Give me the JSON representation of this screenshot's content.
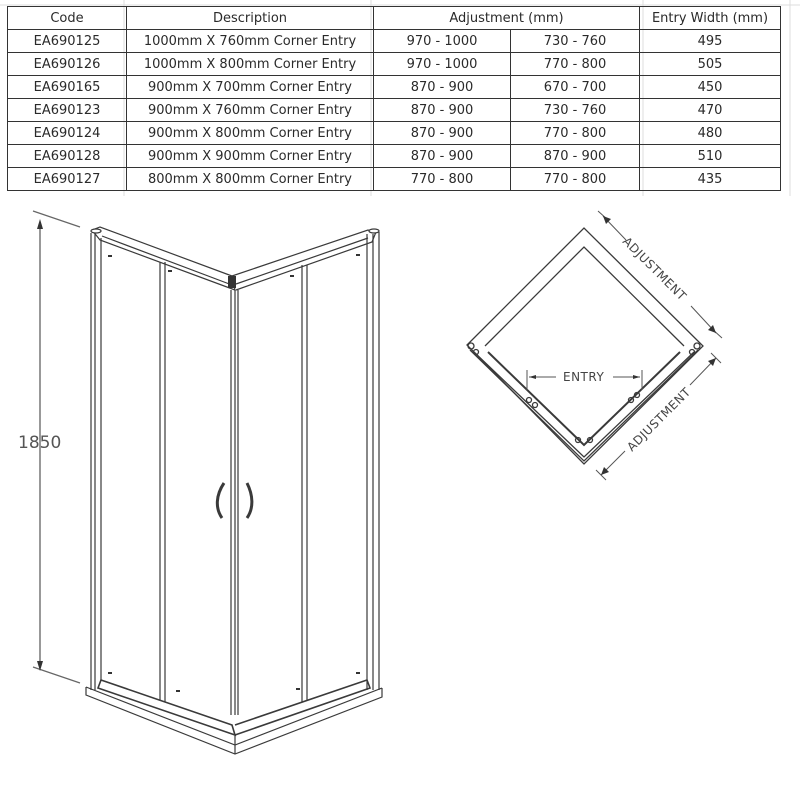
{
  "table": {
    "headers": {
      "code": "Code",
      "description": "Description",
      "adjustment": "Adjustment (mm)",
      "entry_width": "Entry Width (mm)"
    },
    "rows": [
      {
        "code": "EA690125",
        "description": "1000mm X 760mm  Corner Entry",
        "adj_a": "970 - 1000",
        "adj_b": "730 - 760",
        "entry": "495"
      },
      {
        "code": "EA690126",
        "description": "1000mm X 800mm  Corner Entry",
        "adj_a": "970 - 1000",
        "adj_b": "770 - 800",
        "entry": "505"
      },
      {
        "code": "EA690165",
        "description": "900mm X 700mm  Corner Entry",
        "adj_a": "870 - 900",
        "adj_b": "670 - 700",
        "entry": "450"
      },
      {
        "code": "EA690123",
        "description": "900mm X 760mm  Corner Entry",
        "adj_a": "870 - 900",
        "adj_b": "730 - 760",
        "entry": "470"
      },
      {
        "code": "EA690124",
        "description": "900mm X 800mm  Corner Entry",
        "adj_a": "870 - 900",
        "adj_b": "770 - 800",
        "entry": "480"
      },
      {
        "code": "EA690128",
        "description": "900mm X 900mm  Corner Entry",
        "adj_a": "870 - 900",
        "adj_b": "870 - 900",
        "entry": "510"
      },
      {
        "code": "EA690127",
        "description": "800mm X 800mm  Corner Entry",
        "adj_a": "770 - 800",
        "adj_b": "770 - 800",
        "entry": "435"
      }
    ]
  },
  "elevation": {
    "height_label": "1850"
  },
  "plan": {
    "adjustment_label_top": "ADJUSTMENT",
    "adjustment_label_bottom": "ADJUSTMENT",
    "entry_label": "ENTRY"
  }
}
